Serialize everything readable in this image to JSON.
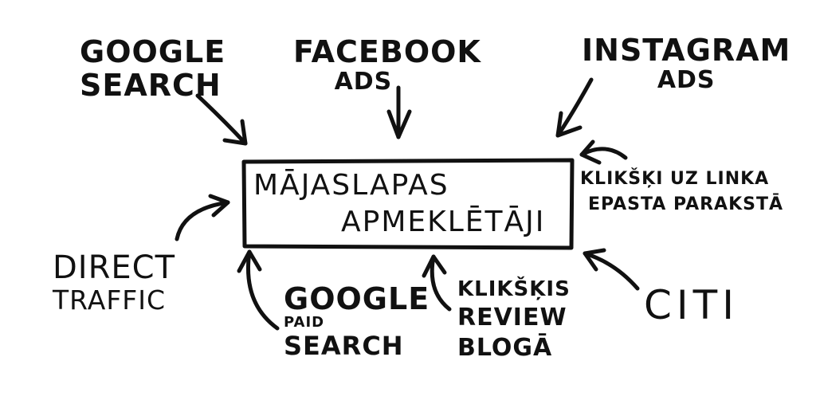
{
  "center": {
    "line1": "MĀJASLAPAS",
    "line2": "APMEKLĒTĀJI"
  },
  "sources": {
    "google_search": {
      "line1": "GOOGLE",
      "line2": "SEARCH"
    },
    "facebook_ads": {
      "line1": "FACEBOOK",
      "line2": "ADS"
    },
    "instagram_ads": {
      "line1": "INSTAGRAM",
      "line2": "ADS"
    },
    "email_signature": {
      "line1": "KLIKŠĶI UZ LINKA",
      "line2": "EPASTA PARAKSTĀ"
    },
    "direct_traffic": {
      "line1": "DIRECT",
      "line2": "TRAFFIC"
    },
    "google_paid_search": {
      "line1": "GOOGLE",
      "line2": "PAID",
      "line3": "SEARCH"
    },
    "review_blog": {
      "line1": "KLIKŠĶIS",
      "line2": "REVIEW",
      "line3": "BLOGĀ"
    },
    "other": {
      "line1": "CITI"
    }
  },
  "colors": {
    "ink": "#111111",
    "background": "#ffffff"
  }
}
